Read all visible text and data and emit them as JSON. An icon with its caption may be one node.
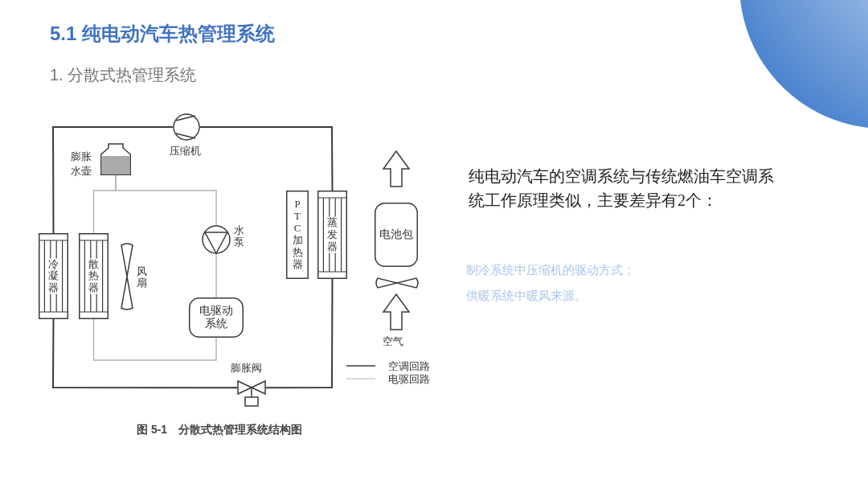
{
  "diagram": {
    "title": "5.1 纯电动汽车热管理系统",
    "caption": "图 5-1　分散式热管理系统结构图",
    "nodes": [
      {
        "text": [],
        "shape": "circle",
        "beside": [
          "压缩机"
        ]
      },
      {
        "text": [
          "冷凝器"
        ]
      },
      {
        "text": [],
        "shape": "picture",
        "beside": [
          "膨胀水壶"
        ]
      },
      {
        "text": [
          "散热器"
        ]
      },
      {
        "text": [],
        "shape": "picture",
        "beside": [
          "风扇"
        ]
      },
      {
        "text": [],
        "shape": "circle",
        "beside": [
          "水泵"
        ]
      },
      {
        "text": [
          "电驱动系统"
        ]
      },
      {
        "text": [],
        "shape": "picture",
        "beside": [
          "膨胀阀"
        ]
      },
      {
        "text": [
          "PTC加热器"
        ]
      },
      {
        "text": [
          "蒸发器"
        ]
      },
      {
        "text": [
          "电池包"
        ]
      },
      {
        "text": [],
        "shape": "picture"
      },
      {
        "text": [],
        "shape": "arrow"
      },
      {
        "text": [],
        "shape": "arrow"
      }
    ],
    "edges": [
      {
        "from": 0,
        "to": 9,
        "arrow": "none"
      },
      {
        "from": 9,
        "to": 7,
        "arrow": "none"
      },
      {
        "from": 7,
        "to": 1,
        "arrow": "none"
      },
      {
        "from": 1,
        "to": 0,
        "arrow": "none"
      },
      {
        "from": 2,
        "to": 3,
        "arrow": "none",
        "color": "#b4b4b4"
      },
      {
        "from": 2,
        "to": 5,
        "arrow": "none",
        "color": "#b4b4b4"
      },
      {
        "from": 3,
        "to": 6,
        "arrow": "none",
        "color": "#b4b4b4"
      },
      {
        "from": 5,
        "to": 6,
        "arrow": "none",
        "color": "#b4b4b4"
      }
    ],
    "labels": [
      "1. 分散式热管理系统",
      "空气",
      "纯电动汽车的空调系统与传统燃油车空调系统工作原理类似，主要差异有2个：",
      "制冷系统中压缩机的驱动方式；",
      "供暖系统中暖风来源。"
    ],
    "legend": [
      {
        "text": "空调回路"
      },
      {
        "text": "电驱回路"
      }
    ]
  }
}
